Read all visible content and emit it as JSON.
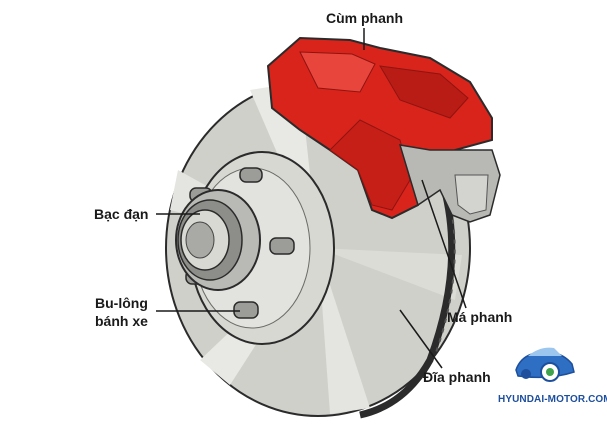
{
  "labels": {
    "caliper": "Cùm phanh",
    "bearing": "Bạc đạn",
    "wheel_bolt_line1": "Bu-lông",
    "wheel_bolt_line2": "bánh xe",
    "brake_pad": "Má phanh",
    "brake_disc": "Đĩa phanh"
  },
  "watermark": {
    "text": "HYUNDAI-MOTOR.COM.VN"
  },
  "colors": {
    "caliper_red": "#d9241c",
    "caliper_dark": "#8e1410",
    "disc_gray": "#cfd0ca",
    "disc_light": "#e8e8e4",
    "hub_gray": "#b9bab5",
    "bolt_gray": "#9c9d98",
    "outline": "#2b2b2b",
    "brand_blue": "#1d4f9c"
  },
  "icons": {
    "watermark_logo": "car-logo-icon"
  }
}
